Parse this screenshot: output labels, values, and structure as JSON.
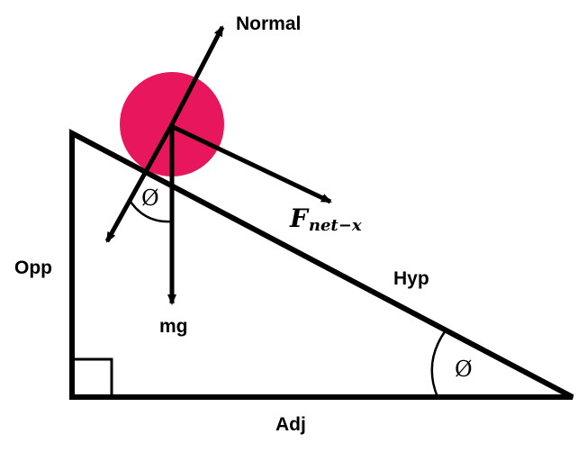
{
  "colors": {
    "ball": "#E8175D",
    "ink": "#000000",
    "background": "#FFFFFF"
  },
  "labels": {
    "normal": "Normal",
    "fnet_main": "F",
    "fnet_sub": "net−x",
    "hyp": "Hyp",
    "opp": "Opp",
    "adj": "Adj",
    "mg": "mg",
    "angle_top": "Ø",
    "angle_bottom": "Ø"
  }
}
